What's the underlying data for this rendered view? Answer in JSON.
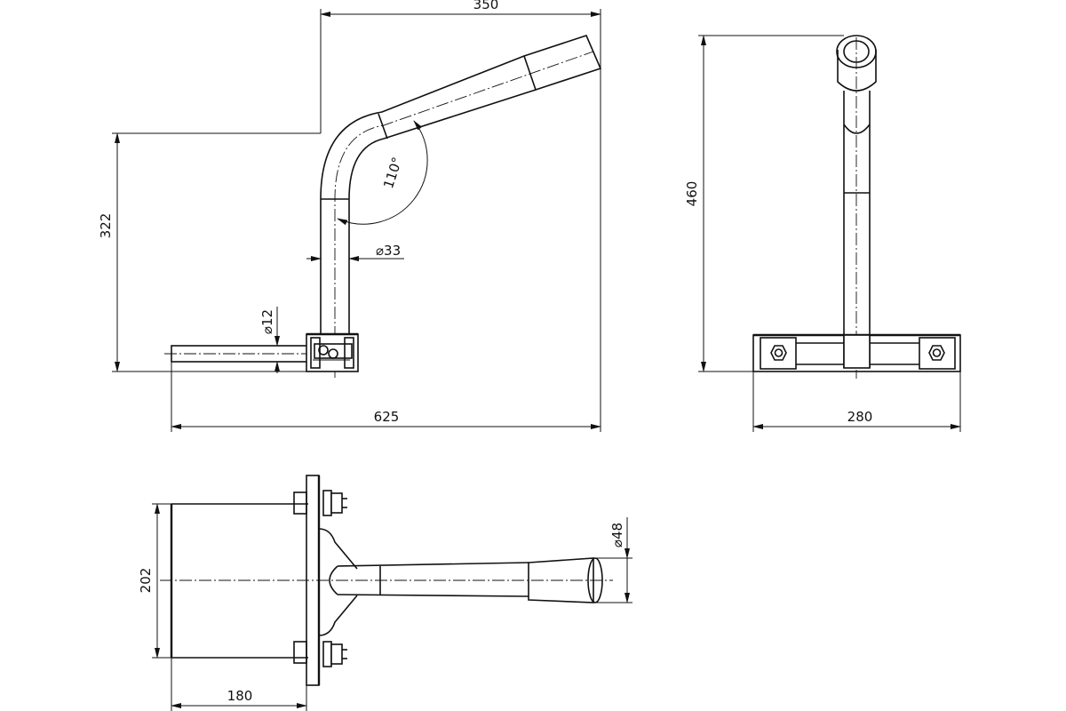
{
  "dimensions": {
    "side_width": "350",
    "side_height": "322",
    "angle": "110°",
    "pipe_diameter": "⌀33",
    "rod_diameter": "⌀12",
    "total_length": "625",
    "front_height": "460",
    "front_width": "280",
    "top_height": "202",
    "top_width": "180",
    "end_diameter": "⌀48"
  }
}
